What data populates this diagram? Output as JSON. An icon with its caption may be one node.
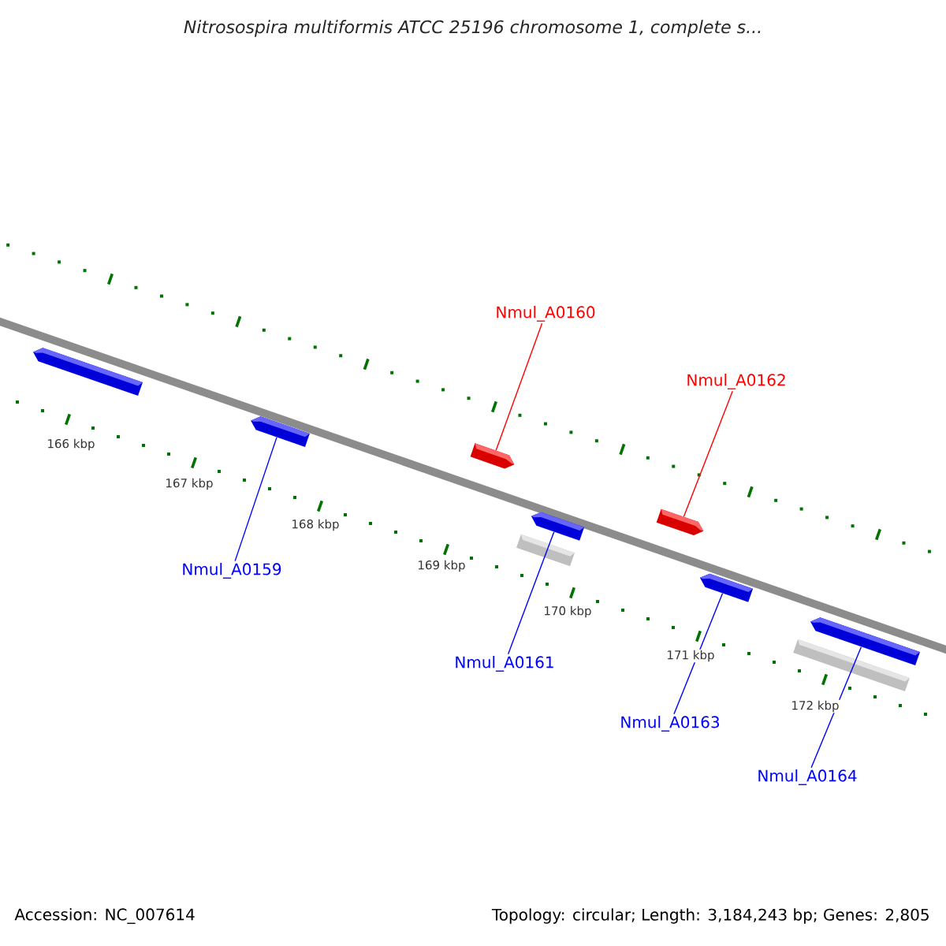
{
  "diagram": {
    "title": "Nitrosospira multiformis ATCC 25196 chromosome 1, complete s...",
    "nodes": [
      {
        "text": [
          "Nmul_A0159"
        ]
      },
      {
        "text": [
          "Nmul_A0160"
        ]
      },
      {
        "text": [
          "Nmul_A0161"
        ]
      },
      {
        "text": [
          "Nmul_A0162"
        ]
      },
      {
        "text": [
          "Nmul_A0163"
        ]
      },
      {
        "text": [
          "Nmul_A0164"
        ]
      },
      {
        "text": [],
        "shape": "arrow"
      },
      {
        "text": [],
        "shape": "arrow"
      },
      {
        "text": [],
        "shape": "arrow"
      },
      {
        "text": [],
        "shape": "arrow"
      },
      {
        "text": [],
        "shape": "bar"
      },
      {
        "text": [],
        "shape": "arrow"
      },
      {
        "text": [],
        "shape": "arrow"
      },
      {
        "text": [],
        "shape": "arrow"
      },
      {
        "text": [],
        "shape": "bar"
      }
    ],
    "edges": [
      {
        "from": 0,
        "to": 7,
        "arrow": "none"
      },
      {
        "from": 1,
        "to": 8,
        "arrow": "none",
        "color": "#ff0000"
      },
      {
        "from": 2,
        "to": 9,
        "arrow": "none"
      },
      {
        "from": 3,
        "to": 11,
        "arrow": "none",
        "color": "#ff0000"
      },
      {
        "from": 4,
        "to": 12,
        "arrow": "none"
      },
      {
        "from": 5,
        "to": 13,
        "arrow": "none"
      }
    ],
    "labels": [
      "166 kbp",
      "167 kbp",
      "168 kbp",
      "169 kbp",
      "170 kbp",
      "171 kbp",
      "172 kbp",
      "Accession: NC_007614",
      "Topology: circular; Length: 3,184,243 bp; Genes: 2,805"
    ]
  }
}
